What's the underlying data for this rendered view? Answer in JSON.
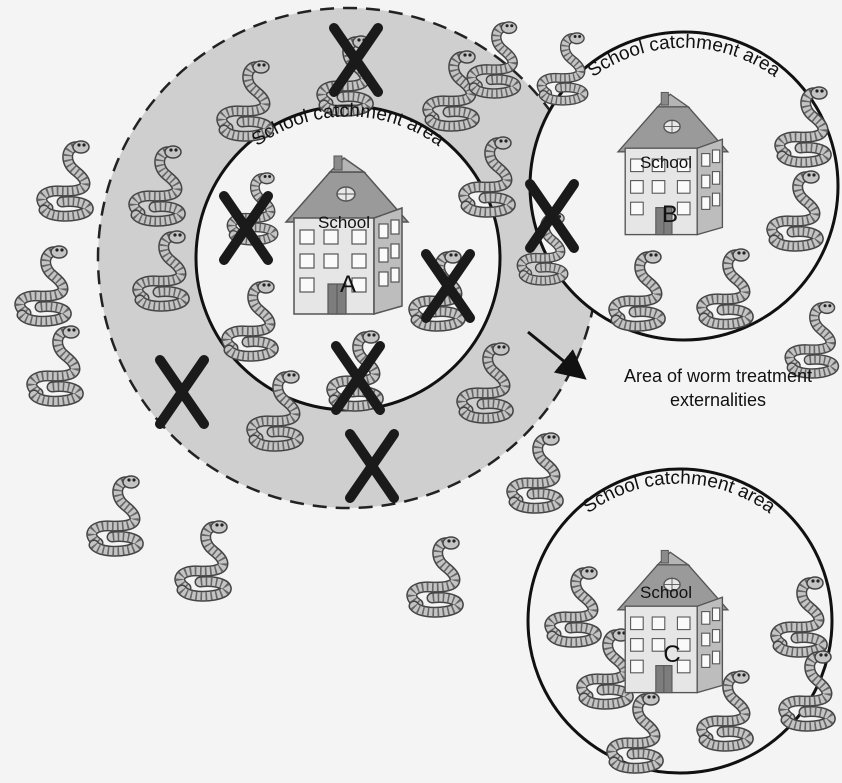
{
  "catchment_label": "School catchment area",
  "schools": [
    {
      "name": "School",
      "letter": "A"
    },
    {
      "name": "School",
      "letter": "B"
    },
    {
      "name": "School",
      "letter": "C"
    }
  ],
  "externality_label": {
    "line1": "Area of worm treatment",
    "line2": "externalities"
  },
  "colors": {
    "externality_zone": "#cfcfcf",
    "background": "#f4f4f4",
    "worm_fill": "#c4c4c4",
    "cross": "#1a1a1a"
  }
}
